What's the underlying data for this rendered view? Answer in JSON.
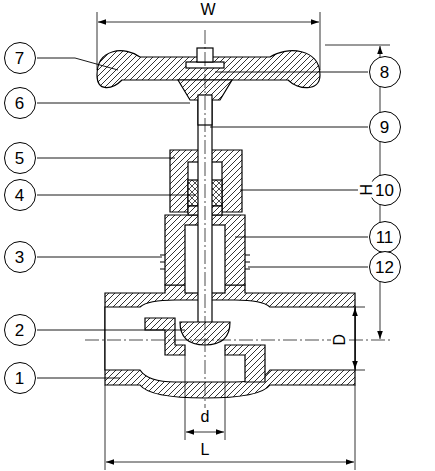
{
  "diagram": {
    "nodes": [
      {
        "text": [
          "7"
        ]
      },
      {
        "text": [
          "8"
        ]
      },
      {
        "text": [
          "6"
        ]
      },
      {
        "text": [
          "9"
        ]
      },
      {
        "text": [
          "5"
        ]
      },
      {
        "text": [
          "10"
        ]
      },
      {
        "text": [
          "4"
        ]
      },
      {
        "text": [
          "11"
        ]
      },
      {
        "text": [
          "3"
        ]
      },
      {
        "text": [
          "12"
        ]
      },
      {
        "text": [
          "2"
        ]
      },
      {
        "text": [
          "1"
        ]
      }
    ],
    "labels": [
      "W",
      "H",
      "D",
      "d",
      "L"
    ]
  }
}
